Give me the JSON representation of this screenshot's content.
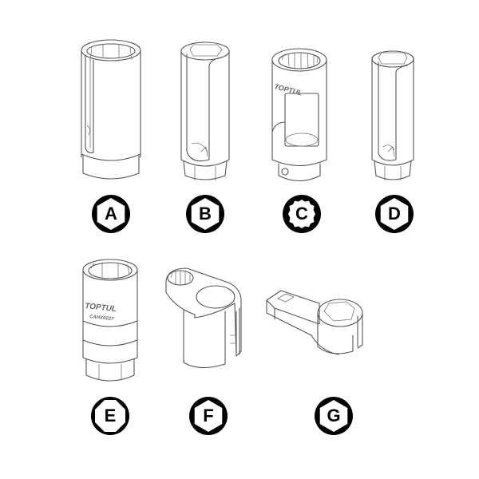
{
  "figure": {
    "description": "Line-art catalog of oxygen sensor sockets and offset wrenches with lettered drive-type badges",
    "background": "#ffffff",
    "line_color": "#555555",
    "badge_color": "#000000"
  },
  "tools": [
    {
      "id": "A",
      "label": "A",
      "kind": "slotted-socket-long",
      "badge_shape": "hexagon",
      "inner_profile": "6-point"
    },
    {
      "id": "B",
      "label": "B",
      "kind": "slotted-socket-hex-drive",
      "badge_shape": "hexagon",
      "inner_profile": "6-point"
    },
    {
      "id": "C",
      "label": "C",
      "kind": "windowed-socket",
      "badge_shape": "12-point",
      "inner_profile": "12-point",
      "brand_text": "TOPTUL"
    },
    {
      "id": "D",
      "label": "D",
      "kind": "slotted-socket-hex-drive",
      "badge_shape": "hexagon",
      "inner_profile": "6-point"
    },
    {
      "id": "E",
      "label": "E",
      "kind": "deep-socket-hex-drive",
      "badge_shape": "octagon",
      "inner_profile": "6-point",
      "brand_text": "TOPTUL",
      "part_text": "CAHX0227"
    },
    {
      "id": "F",
      "label": "F",
      "kind": "offset-slotted-wrench-12pt-head",
      "badge_shape": "hexagon",
      "inner_profile": "12-point"
    },
    {
      "id": "G",
      "label": "G",
      "kind": "offset-slotted-wrench-square-drive",
      "badge_shape": "hexagon",
      "inner_profile": "6-point"
    }
  ]
}
